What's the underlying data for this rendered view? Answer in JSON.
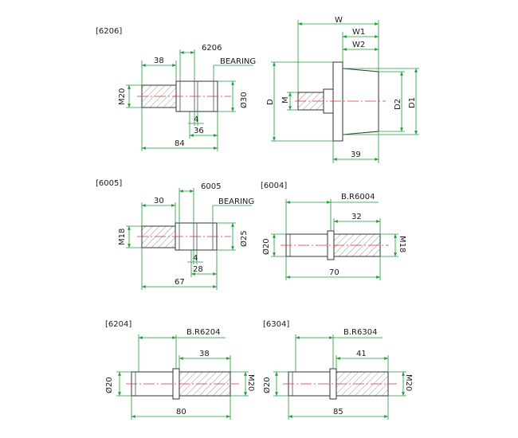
{
  "views": {
    "v6206": {
      "tag": "[6206]",
      "bearing_no": "6206",
      "bearing_word": "BEARING",
      "thread": "M20",
      "dia": "Ø30",
      "len_thread": "38",
      "gap": "4",
      "seat": "36",
      "total": "84"
    },
    "cone": {
      "w": "W",
      "w1": "W1",
      "w2": "W2",
      "d": "D",
      "m": "M",
      "d2": "D2",
      "d1": "D1",
      "bottom": "39"
    },
    "v6005": {
      "tag": "[6005]",
      "bearing_no": "6005",
      "bearing_word": "BEARING",
      "thread": "M18",
      "dia": "Ø25",
      "len_thread": "30",
      "gap": "4",
      "seat": "28",
      "total": "67"
    },
    "v6004": {
      "tag": "[6004]",
      "bearing": "B.R6004",
      "thread_len": "32",
      "dia": "Ø20",
      "thread": "M18",
      "total": "70"
    },
    "v6204": {
      "tag": "[6204]",
      "bearing": "B.R6204",
      "thread_len": "38",
      "dia": "Ø20",
      "thread": "M20",
      "total": "80"
    },
    "v6304": {
      "tag": "[6304]",
      "bearing": "B.R6304",
      "thread_len": "41",
      "dia": "Ø20",
      "thread": "M20",
      "total": "85"
    }
  }
}
